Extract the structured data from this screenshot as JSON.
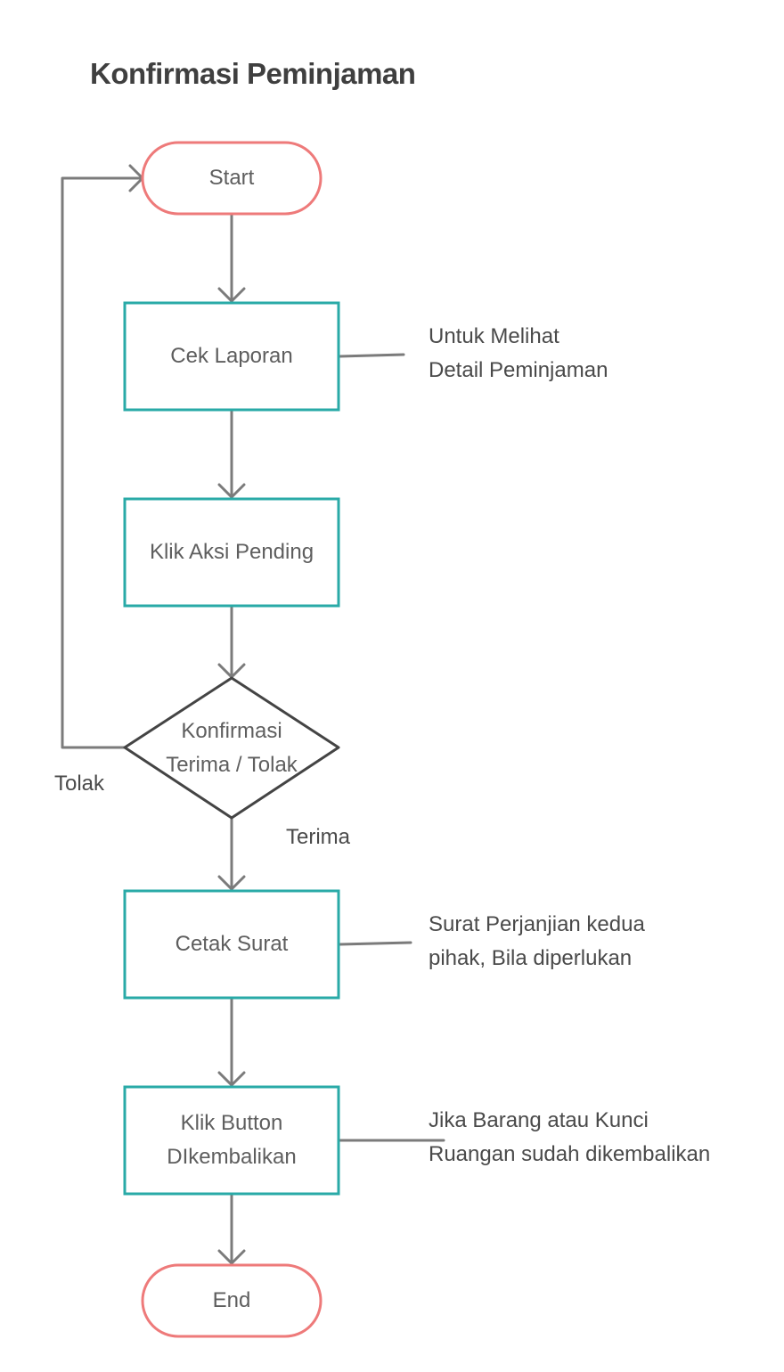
{
  "title": "Konfirmasi Peminjaman",
  "nodes": {
    "start": "Start",
    "cek_laporan": "Cek Laporan",
    "klik_aksi_pending": "Klik Aksi Pending",
    "decision": {
      "line1": "Konfirmasi",
      "line2": "Terima / Tolak"
    },
    "cetak_surat": "Cetak Surat",
    "klik_button": {
      "line1": "Klik Button",
      "line2": "DIkembalikan"
    },
    "end": "End"
  },
  "notes": {
    "cek_laporan": {
      "line1": "Untuk Melihat",
      "line2": "Detail Peminjaman"
    },
    "cetak_surat": {
      "line1": "Surat Perjanjian kedua",
      "line2": "pihak, Bila diperlukan"
    },
    "klik_button": {
      "line1": "Jika Barang atau Kunci",
      "line2": "Ruangan sudah dikembalikan"
    }
  },
  "edge_labels": {
    "tolak": "Tolak",
    "terima": "Terima"
  },
  "colors": {
    "terminal_border": "#ee7a7a",
    "process_border": "#29aaa7",
    "decision_border": "#444444",
    "connector": "#7b7b7b"
  }
}
